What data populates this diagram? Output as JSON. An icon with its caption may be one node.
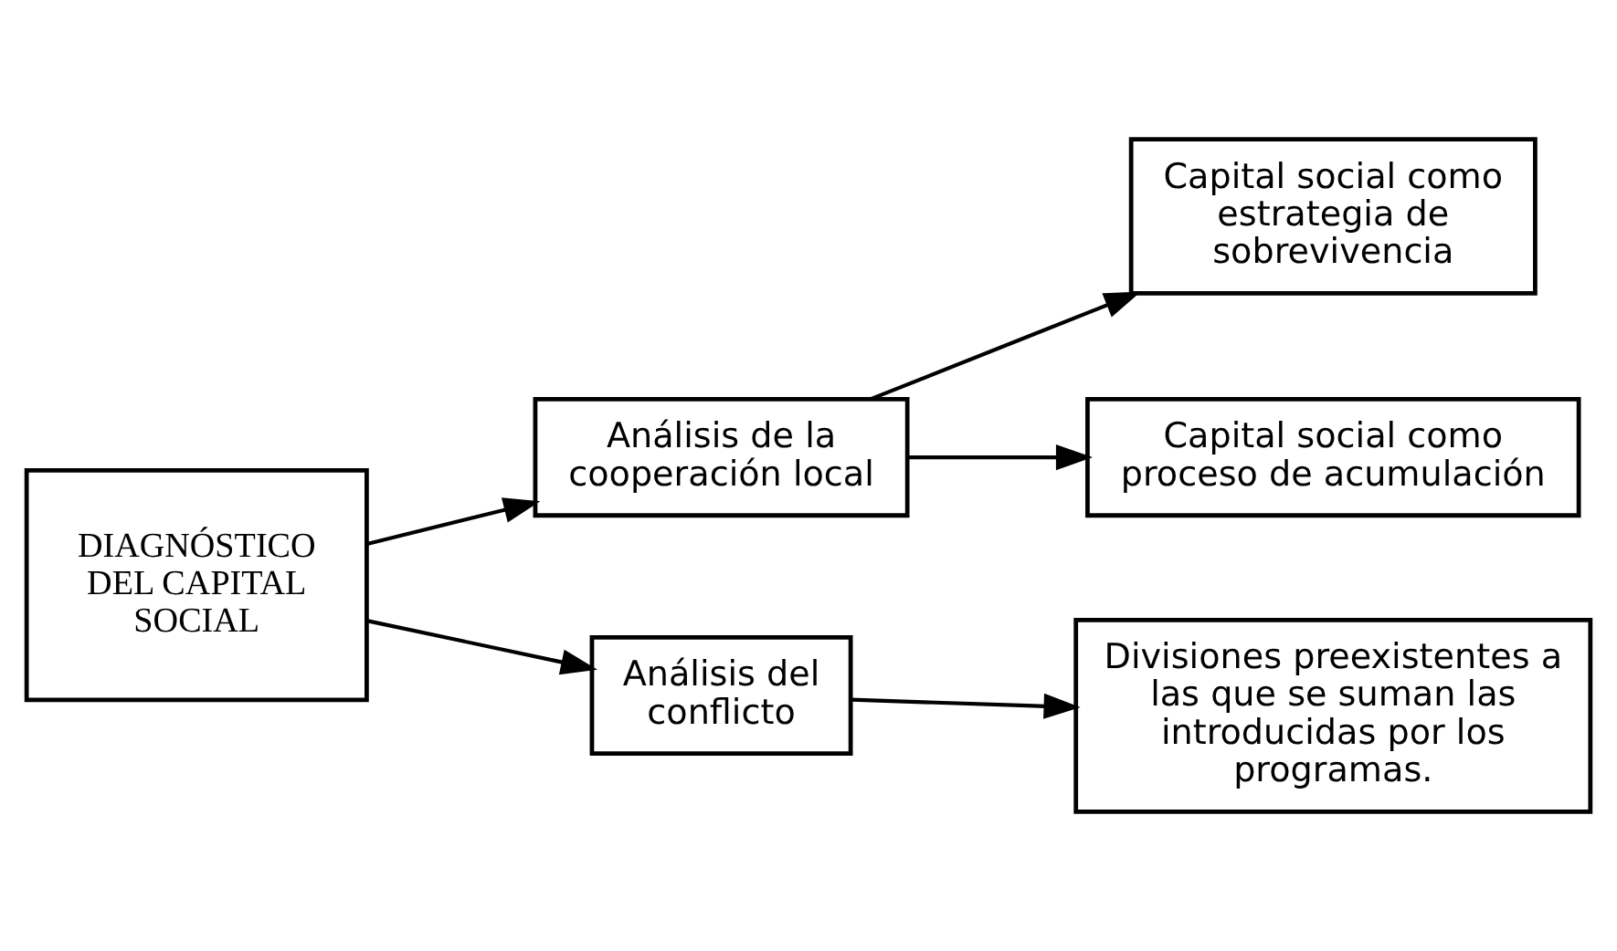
{
  "diagram": {
    "nodes": [
      {
        "text": [
          "DIAGNÓSTICO DEL CAPITAL SOCIAL"
        ]
      },
      {
        "text": [
          "Análisis de la cooperación local"
        ]
      },
      {
        "text": [
          "Análisis del conflicto"
        ]
      },
      {
        "text": [
          "Capital social como estrategia de sobrevivencia"
        ]
      },
      {
        "text": [
          "Capital social como proceso de acumulación"
        ]
      },
      {
        "text": [
          "Divisiones preexistentes a las que se suman las introducidas por los programas."
        ]
      }
    ],
    "edges": [
      {
        "from": 0,
        "to": 1,
        "arrow": "to"
      },
      {
        "from": 0,
        "to": 2,
        "arrow": "to"
      },
      {
        "from": 1,
        "to": 3,
        "arrow": "to"
      },
      {
        "from": 1,
        "to": 4,
        "arrow": "to"
      },
      {
        "from": 2,
        "to": 5,
        "arrow": "to"
      }
    ]
  }
}
